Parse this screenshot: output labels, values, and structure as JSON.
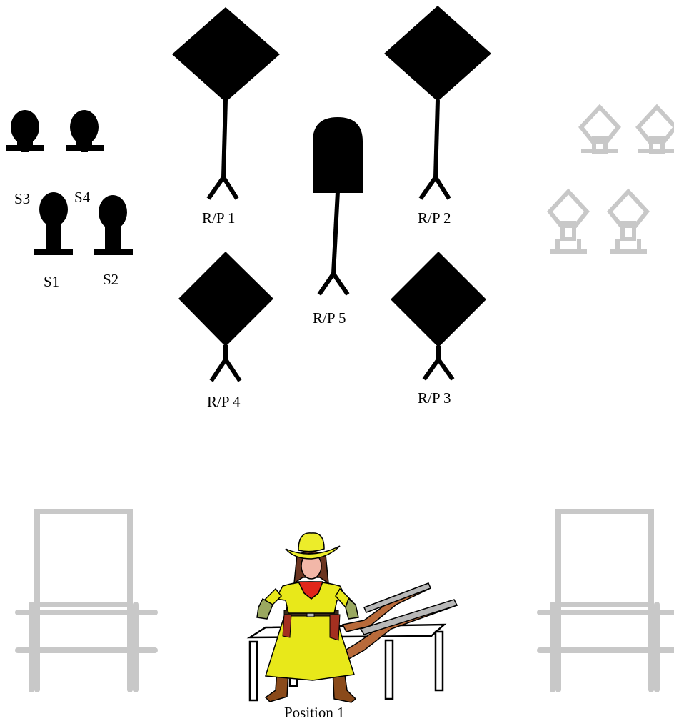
{
  "colors": {
    "target": "#000000",
    "faded": "#c8c8c8",
    "background": "#ffffff",
    "dress": "#e8e81a",
    "hat": "#ecec2a",
    "scarf": "#e0261a",
    "skin": "#f2b7a8",
    "hair": "#6b3420",
    "boots": "#8a4a1a",
    "gloves": "#9aa860",
    "rifle_stock": "#b86a3a",
    "rifle_metal": "#b8b8b8"
  },
  "labels": {
    "s1": "S1",
    "s2": "S2",
    "s3": "S3",
    "s4": "S4",
    "rp1": "R/P 1",
    "rp2": "R/P 2",
    "rp3": "R/P 3",
    "rp4": "R/P 4",
    "rp5": "R/P 5",
    "position": "Position 1"
  },
  "icons": {
    "small_targets": "round-head-steel-target-icon",
    "diamond_targets": "diamond-steel-target-icon",
    "shovel_target": "shovel-steel-target-icon",
    "faded_targets": "faded-diamond-target-icon",
    "props": "faded-doorframe-prop-icon",
    "shooter": "cowgirl-shooter-illustration"
  }
}
